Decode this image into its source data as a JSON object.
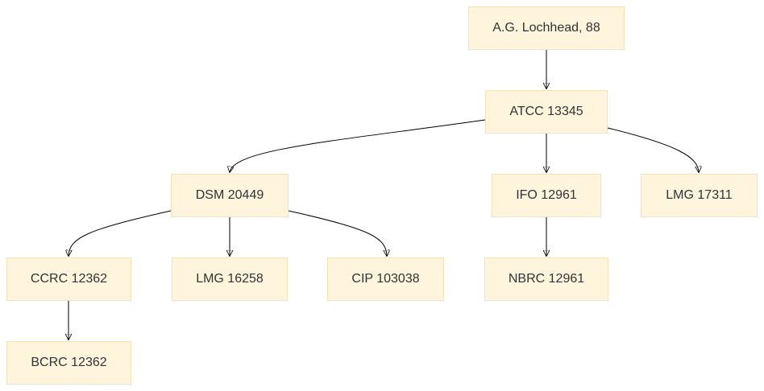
{
  "diagram": {
    "nodes": {
      "lochhead": "A.G. Lochhead, 88",
      "atcc": "ATCC 13345",
      "dsm": "DSM 20449",
      "ifo": "IFO 12961",
      "lmg17311": "LMG 17311",
      "ccrc": "CCRC 12362",
      "lmg16258": "LMG 16258",
      "cip": "CIP 103038",
      "nbrc": "NBRC 12961",
      "bcrc": "BCRC 12362"
    },
    "edges": [
      [
        "lochhead",
        "atcc"
      ],
      [
        "atcc",
        "dsm"
      ],
      [
        "atcc",
        "ifo"
      ],
      [
        "atcc",
        "lmg17311"
      ],
      [
        "dsm",
        "ccrc"
      ],
      [
        "dsm",
        "lmg16258"
      ],
      [
        "dsm",
        "cip"
      ],
      [
        "ifo",
        "nbrc"
      ],
      [
        "ccrc",
        "bcrc"
      ]
    ]
  }
}
